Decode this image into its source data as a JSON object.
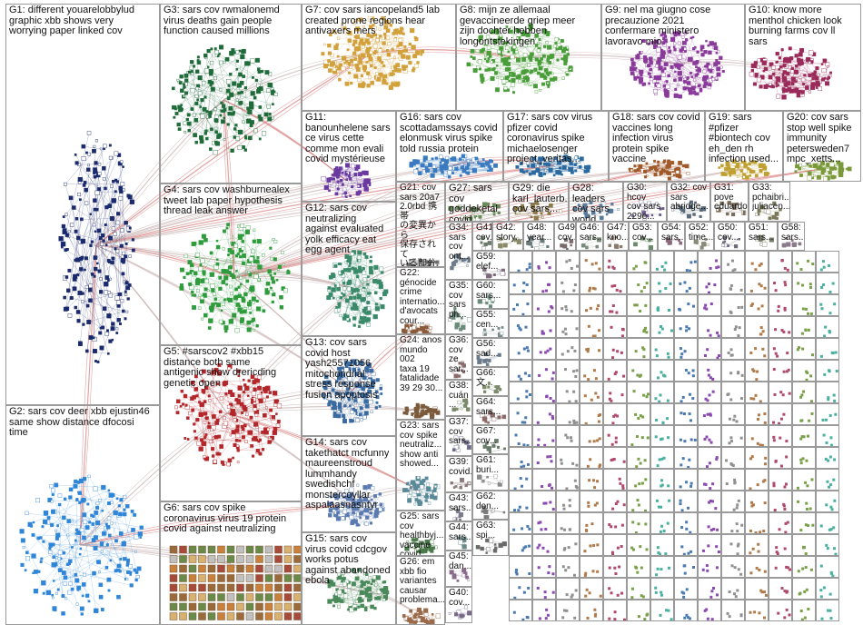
{
  "groups": [
    {
      "id": "G1",
      "label": "G1: different youarelobbylud\ngraphic xbb shows very\nworrying paper linked cov",
      "color": "#1a2a6c"
    },
    {
      "id": "G2",
      "label": "G2: sars cov deer xbb ejustin46\nsame show distance dfocosi\ntime",
      "color": "#2f86d8"
    },
    {
      "id": "G3",
      "label": "G3: sars cov rwmalonemd\nvirus deaths gain people\nfunction caused millions",
      "color": "#1f6b3a"
    },
    {
      "id": "G4",
      "label": "G4: sars cov washburnealex\ntweet lab paper hypothesis\nthread leak answer",
      "color": "#2e9c3c"
    },
    {
      "id": "G5",
      "label": "G5: #sarscov2 #xbb15\ndistance both same\nantigenic show drericding\ngenetic open",
      "color": "#b3262a"
    },
    {
      "id": "G6",
      "label": "G6: sars cov spike\ncoronavirus virus 19 protein\ncovid against neutralizing",
      "color": "#c8803a"
    },
    {
      "id": "G7",
      "label": "G7: cov sars iancopeland5 lab\ncreated prone regions hear\nantivaxers mers",
      "color": "#d2a13b"
    },
    {
      "id": "G8",
      "label": "G8: mijn ze allemaal\ngevaccineerde griep meer\nzijn dochter hebben\nlongontstekingen",
      "color": "#4a9e3a"
    },
    {
      "id": "G9",
      "label": "G9: nel ma giugno cose\nprecauzione 2021\nconfermare ministero\nlavoravo mio",
      "color": "#8a3a9a"
    },
    {
      "id": "G10",
      "label": "G10: know more\nmenthol chicken look\nburning farms cov ll\nsars",
      "color": "#9a2a5a"
    },
    {
      "id": "G11",
      "label": "G11:\nbanounhelene sars\nce virus cette\ncomme mon evali\ncovid mystérieuse",
      "color": "#6a3aa0"
    },
    {
      "id": "G12",
      "label": "G12: sars cov\nneutralizing\nagainst evaluated\nyolk efficacy eat\negg agent",
      "color": "#3a8a6a"
    },
    {
      "id": "G13",
      "label": "G13: cov sars\ncovid host\nyash25571056\nmitochondrial\nstress response\nfusion apoptosis",
      "color": "#3a6aa0"
    },
    {
      "id": "G14",
      "label": "G14: sars cov\ntakethatct mcfunny\nmaureenstroud\nlummhandy\nswedishchf\nmonstercoyllar\naspalaasnasntyr",
      "color": "#5a7ab0"
    },
    {
      "id": "G15",
      "label": "G15: sars cov\nvirus covid cdcgov\nworks potus\nagainst abandoned\nebola",
      "color": "#4a8a5a"
    },
    {
      "id": "G16",
      "label": "G16: sars cov\nscottadamssays covid\nelonmusk virus spike\ntold russia protein",
      "color": "#3a7ac0"
    },
    {
      "id": "G17",
      "label": "G17: sars cov virus\npfizer covid\ncoronavirus spike\nmichaelosenger\nproject_veritas...",
      "color": "#2a6aa0"
    },
    {
      "id": "G18",
      "label": "G18: sars cov covid\nvaccines long\ninfection virus\nprotein spike\nvaccine",
      "color": "#a05a2a"
    },
    {
      "id": "G19",
      "label": "G19: sars\n#pfizer\n#biontech cov\neh_den rh\ninfection used...",
      "color": "#c0a030"
    },
    {
      "id": "G20",
      "label": "G20: cov sars\nstop well spike\nimmunity\npetersweden7\nmpc_xetts...",
      "color": "#7a9a3a"
    },
    {
      "id": "G21",
      "label": "G21: cov\nsars 20a7\n2.0rbd 携帯\nの変異から\n保存されて\nいる部分を\n標的として...",
      "color": "#6a6a6a"
    },
    {
      "id": "G22",
      "label": "G22:\ngénocide\ncrime\ninternatio...\nd'avocats\ncour...",
      "color": "#8a5a3a"
    },
    {
      "id": "G23",
      "label": "G23: sars\ncov spike\nneutraliz...\nshow anti\nshowed...",
      "color": "#5a8a9a"
    },
    {
      "id": "G24",
      "label": "G24: anos\nmundo 002\ntaxa 19\nfatalidade\n39 29 30...",
      "color": "#7a5a3a"
    },
    {
      "id": "G25",
      "label": "G25: sars\ncov\nhealthbyj...\nvaccine\ncovid...",
      "color": "#4a7a4a"
    },
    {
      "id": "G26",
      "label": "G26: em\nxbb fio\nvariantes\ncausar\nproblema...",
      "color": "#9a6a4a"
    },
    {
      "id": "G27",
      "label": "G27: sars\ncov goddeketal\ncovid...",
      "color": "#6a8a5a"
    },
    {
      "id": "G28",
      "label": "G28: leaders\ncov sars\nworld...",
      "color": "#5a7a9a"
    },
    {
      "id": "G29",
      "label": "G29: die\nkarl_lauterb...\ncov sars...",
      "color": "#8a7a4a"
    },
    {
      "id": "G30",
      "label": "G30: hcov\ncov sars\n229e...",
      "color": "#6a5a8a"
    },
    {
      "id": "G31",
      "label": "G31:\npove\neduardo...",
      "color": "#7a6a5a"
    },
    {
      "id": "G32",
      "label": "G32: cov\nsars\nabridge...",
      "color": "#5a6a7a"
    },
    {
      "id": "G33",
      "label": "G33:\npchaibri...\njuliacen...",
      "color": "#7a7a5a"
    },
    {
      "id": "G34",
      "label": "G34:\nsars\ncov\nont...",
      "color": "#6a7a8a"
    },
    {
      "id": "G35",
      "label": "G35:\ncov\nsars\nph...",
      "color": "#6a8a7a"
    },
    {
      "id": "G36",
      "label": "G36:\ncov ze\nsar...",
      "color": "#8a6a6a"
    },
    {
      "id": "G37",
      "label": "G37:\ncov\nsars...",
      "color": "#6a6a8a"
    },
    {
      "id": "G38",
      "label": "G38:\ncuán\n...",
      "color": "#7a8a6a"
    },
    {
      "id": "G39",
      "label": "G39:\ncovid...",
      "color": "#8a7a7a"
    },
    {
      "id": "G40",
      "label": "G40:\ncov...",
      "color": "#7a6a8a"
    },
    {
      "id": "G41",
      "label": "G41:\ncov...",
      "color": "#6a7a6a"
    },
    {
      "id": "G42",
      "label": "G42:\nstory...",
      "color": "#8a8a6a"
    },
    {
      "id": "G43",
      "label": "G43:\nsars...",
      "color": "#7a7a8a"
    },
    {
      "id": "G44",
      "label": "G44:\nsars...",
      "color": "#6a8a8a"
    },
    {
      "id": "G45",
      "label": "G45:\ndan...",
      "color": "#8a6a8a"
    },
    {
      "id": "G46",
      "label": "G46:\nsars...",
      "color": "#7a8a7a"
    },
    {
      "id": "G47",
      "label": "G47:\nkno...",
      "color": "#8a7a6a"
    },
    {
      "id": "G48",
      "label": "G48:\nyear...",
      "color": "#6a7a7a"
    },
    {
      "id": "G49",
      "label": "G49:\ncov...",
      "color": "#7a6a6a"
    },
    {
      "id": "G50",
      "label": "G50:\ncov...",
      "color": "#6a6a7a"
    },
    {
      "id": "G51",
      "label": "G51:\nsars...",
      "color": "#7a7a6a"
    },
    {
      "id": "G52",
      "label": "G52:\ntime...",
      "color": "#8a8a7a"
    },
    {
      "id": "G53",
      "label": "G53:\ncov...",
      "color": "#6a8a6a"
    },
    {
      "id": "G54",
      "label": "G54:\nsars...",
      "color": "#8a6a7a"
    },
    {
      "id": "G55",
      "label": "G55:\ncen...",
      "color": "#7a8a8a"
    },
    {
      "id": "G56",
      "label": "G56:\nsad...",
      "color": "#6a7a8a"
    },
    {
      "id": "G58",
      "label": "G58:\nsars...",
      "color": "#8a7a8a"
    },
    {
      "id": "G59",
      "label": "G59:\nelef...",
      "color": "#7a6a7a"
    },
    {
      "id": "G60",
      "label": "G60:\nsars...",
      "color": "#6a8a7a"
    },
    {
      "id": "G61",
      "label": "G61:\nburi...",
      "color": "#8a8a8a"
    },
    {
      "id": "G62",
      "label": "G62:\ndon...",
      "color": "#7a7a7a"
    },
    {
      "id": "G63",
      "label": "G63:\nspi...",
      "color": "#6a6a6a"
    },
    {
      "id": "G64",
      "label": "G64:\nsars...",
      "color": "#8a6a6a"
    },
    {
      "id": "G66",
      "label": "G66:\n文...",
      "color": "#7a8a6a"
    },
    {
      "id": "G67",
      "label": "G67:\ncov...",
      "color": "#6a7a6a"
    }
  ]
}
